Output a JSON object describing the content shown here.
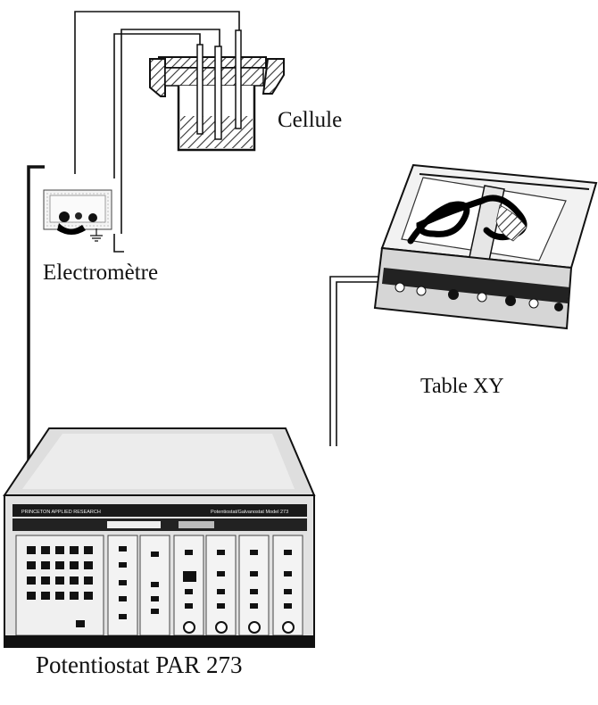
{
  "labels": {
    "cellule": "Cellule",
    "electrometre": "Electromètre",
    "table_xy": "Table XY",
    "potentiostat": "Potentiostat PAR 273"
  },
  "colors": {
    "ink": "#111111",
    "hatch": "#555555",
    "paper": "#ffffff",
    "panel_dark": "#1a1a1a",
    "body_grey": "#dcdcdc"
  },
  "potentiostat_panel": {
    "left_heading": "PRINCETON APPLIED RESEARCH",
    "right_heading": "Potentiostat/Galvanostat Model 273"
  }
}
